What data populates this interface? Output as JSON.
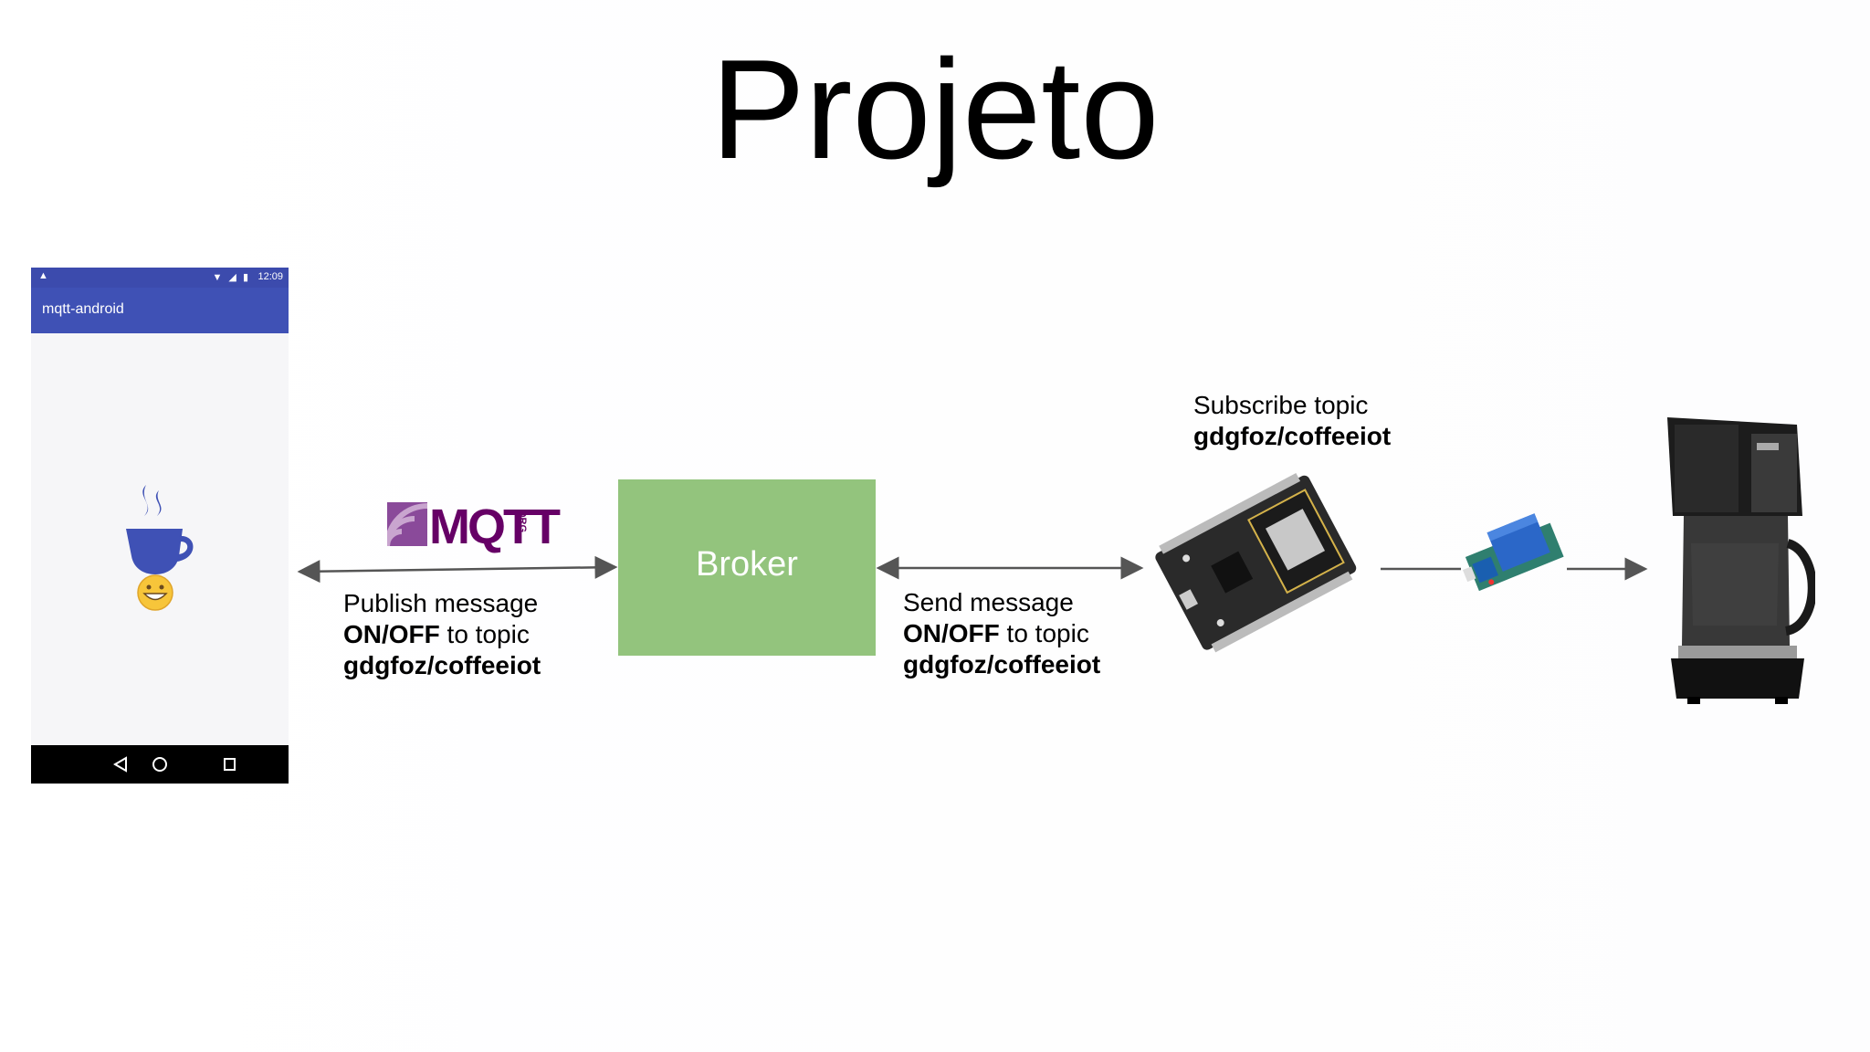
{
  "title": "Projeto",
  "phone": {
    "status_time": "12:09",
    "app_name": "mqtt-android",
    "coffee_icon": "coffee-cup-icon",
    "emoji_icon": "grinning-face-icon",
    "nav_icons": [
      "back-icon",
      "home-icon",
      "recents-icon"
    ]
  },
  "mqtt_logo": {
    "text": "MQTT",
    "suffix": "ORG"
  },
  "publish": {
    "line1": "Publish message",
    "bold1": "ON/OFF",
    "rest1": " to topic",
    "topic": "gdgfoz/coffeeiot"
  },
  "broker": {
    "label": "Broker"
  },
  "send": {
    "line1": "Send message",
    "bold1": "ON/OFF",
    "rest1": " to topic",
    "topic": "gdgfoz/coffeeiot"
  },
  "subscribe": {
    "line1": "Subscribe topic",
    "topic": "gdgfoz/coffeeiot"
  },
  "devices": [
    "nodemcu-board-icon",
    "relay-module-icon",
    "coffee-maker-icon"
  ],
  "colors": {
    "appbar": "#3f51b5",
    "broker": "#93c47d",
    "mqtt": "#660066",
    "arrow": "#555555"
  }
}
